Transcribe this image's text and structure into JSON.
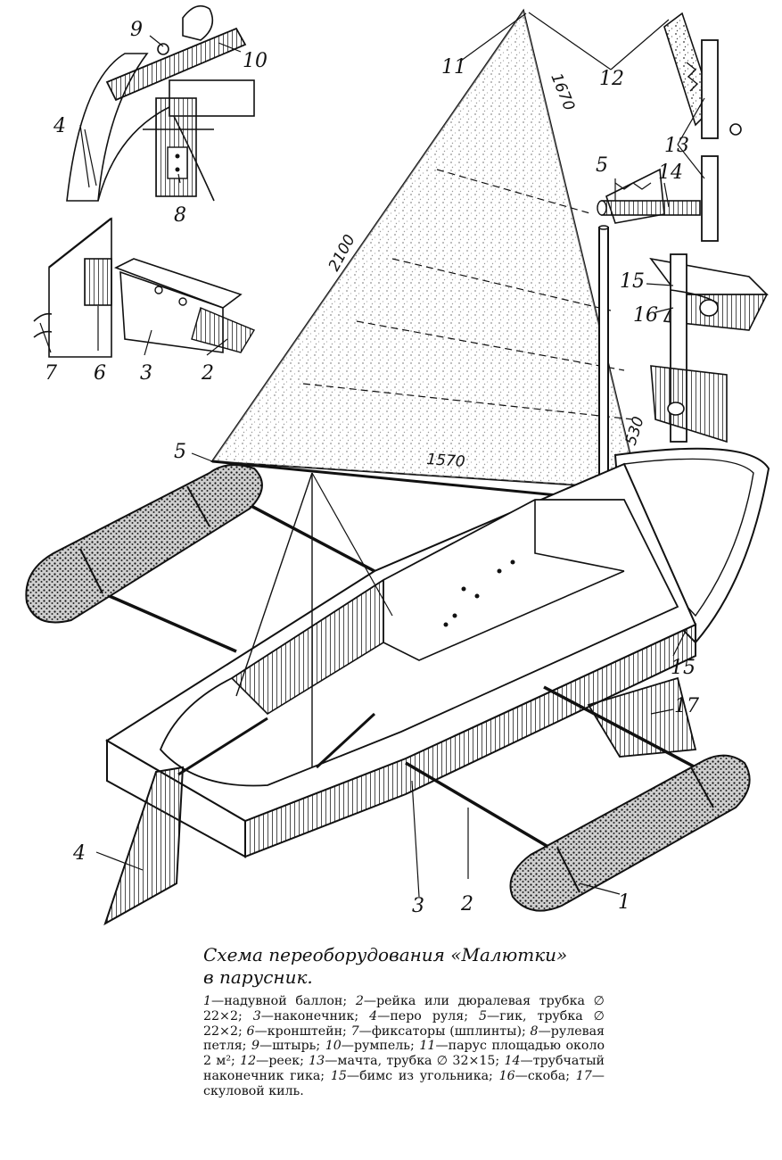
{
  "caption": {
    "title_line1": "Схема переоборудования «Малютки»",
    "title_line2": "в парусник.",
    "legend": [
      {
        "num": "1",
        "text": "надувной баллон;"
      },
      {
        "num": "2",
        "text": "рейка или дюралевая трубка ∅ 22×2;"
      },
      {
        "num": "3",
        "text": "наконечник;"
      },
      {
        "num": "4",
        "text": "перо руля;"
      },
      {
        "num": "5",
        "text": "гик, трубка ∅ 22×2;"
      },
      {
        "num": "6",
        "text": "кронштейн;"
      },
      {
        "num": "7",
        "text": "фиксаторы (шплинты);"
      },
      {
        "num": "8",
        "text": "рулевая петля;"
      },
      {
        "num": "9",
        "text": "штырь;"
      },
      {
        "num": "10",
        "text": "румпель;"
      },
      {
        "num": "11",
        "text": "парус площадью около 2 м²;"
      },
      {
        "num": "12",
        "text": "реек;"
      },
      {
        "num": "13",
        "text": "мачта, трубка ∅ 32×15;"
      },
      {
        "num": "14",
        "text": "трубчатый наконечник гика;"
      },
      {
        "num": "15",
        "text": "бимс из угольника;"
      },
      {
        "num": "16",
        "text": "скоба;"
      },
      {
        "num": "17",
        "text": "скуловой киль."
      }
    ]
  },
  "dimensions": {
    "luff": "1670",
    "leech": "2100",
    "foot": "1570",
    "mast_height": "530"
  },
  "callouts": {
    "n1": "1",
    "n2": "2",
    "n3": "3",
    "n4": "4",
    "n5": "5",
    "n6": "6",
    "n7": "7",
    "n8": "8",
    "n9": "9",
    "n10": "10",
    "n11": "11",
    "n12": "12",
    "n13": "13",
    "n14": "14",
    "n15": "15",
    "n16": "16",
    "n17": "17"
  },
  "extra_labels": {
    "inset_2": "2",
    "inset_3": "3",
    "inset_4": "4",
    "inset_5": "5"
  }
}
